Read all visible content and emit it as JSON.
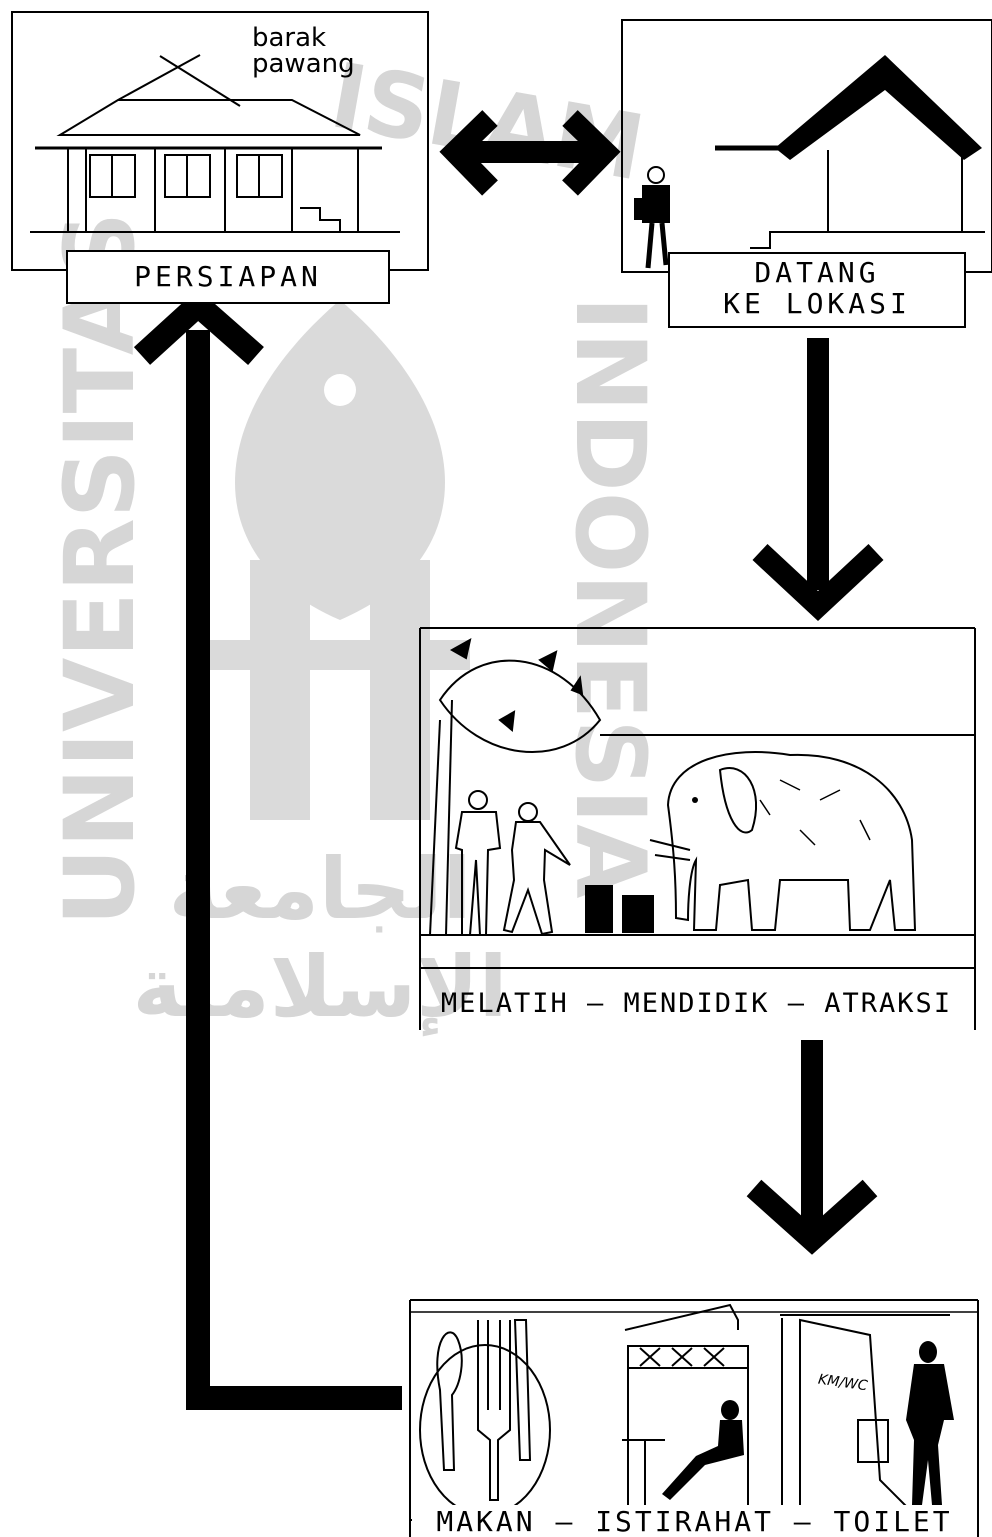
{
  "colors": {
    "ink": "#000000",
    "paper": "#ffffff",
    "watermark": "#cccccc"
  },
  "watermark": {
    "left_text": "UNIVERSITAS",
    "top_text": "ISLAM",
    "right_text": "INDONESIA",
    "arabic_text": "الجامعة الإسلامية"
  },
  "panels": {
    "preparation": {
      "caption": "PERSIAPAN",
      "note": "barak\npawang",
      "icon": "barracks-house-sketch"
    },
    "arrival": {
      "caption": "DATANG\nKE LOKASI",
      "icon": "visitor-and-house-sketch"
    },
    "training": {
      "caption": "MELATIH – MENDIDIK – ATRAKSI",
      "icon": "elephant-training-scene"
    },
    "rest": {
      "caption": "MAKAN – ISTIRAHAT – TOILET",
      "sign": "KM/WC",
      "icon": "cutlery-shelter-toilet-scene"
    }
  },
  "arrows": [
    {
      "from": "preparation",
      "to": "arrival",
      "type": "double-headed"
    },
    {
      "from": "arrival",
      "to": "training",
      "type": "down"
    },
    {
      "from": "training",
      "to": "rest",
      "type": "down"
    },
    {
      "from": "rest",
      "to": "preparation",
      "type": "return-loop"
    }
  ]
}
